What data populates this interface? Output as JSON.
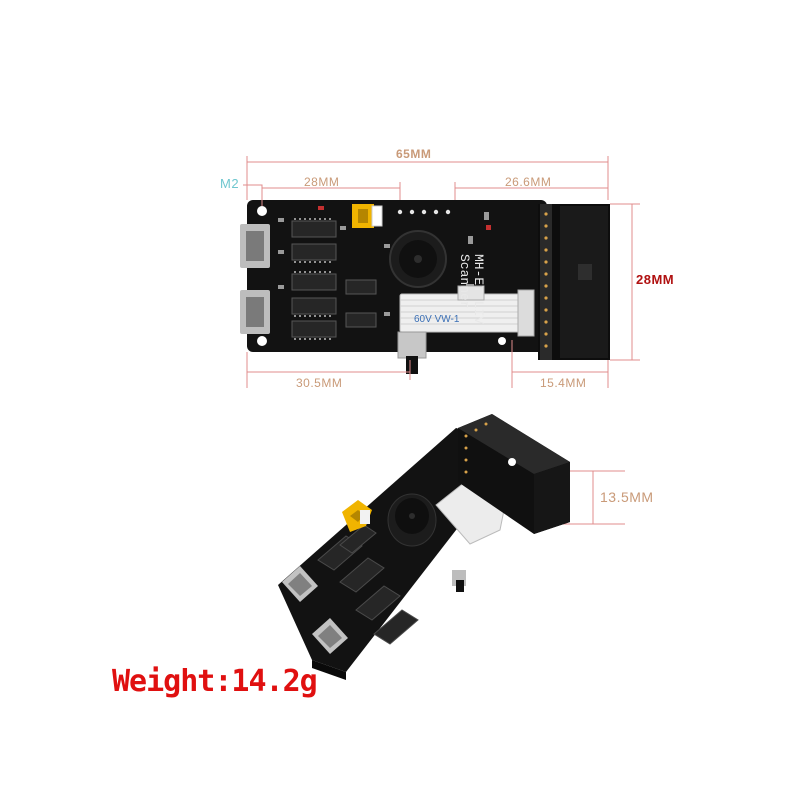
{
  "dimensions": {
    "width_total": "65MM",
    "left_section": "28MM",
    "right_section": "26.6MM",
    "height_right": "28MM",
    "bottom_left": "30.5MM",
    "bottom_right": "15.4MM",
    "depth": "13.5MM",
    "hole": "M2"
  },
  "board_text": {
    "brand_line1": "MH-ET LIV",
    "brand_line2": "Scanner",
    "cable_text": "60V  VW-1"
  },
  "weight_label": "Weight:14.2g",
  "colors": {
    "dimension_text": "#c99a78",
    "dimension_line": "#e08c8c",
    "hole_label": "#6fc7cf",
    "weight_text": "#e01010",
    "board": "#111111",
    "jumper": "#f0b400"
  }
}
